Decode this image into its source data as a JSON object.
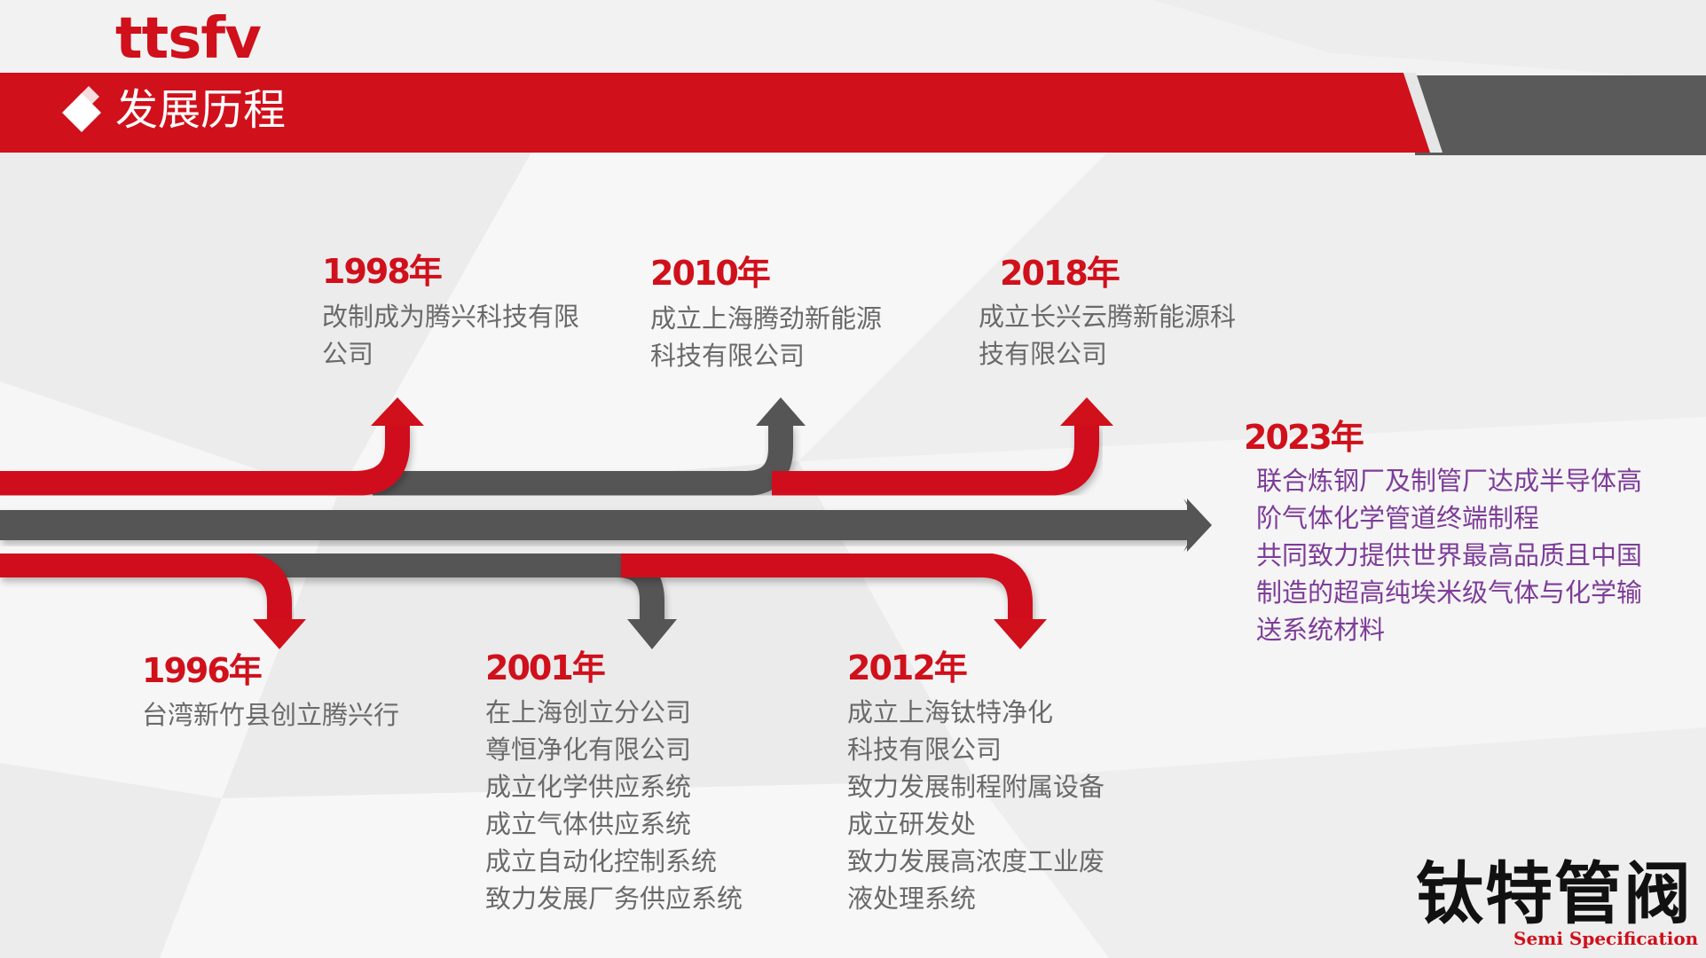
{
  "header": {
    "logo": "ttsfv",
    "title": "发展历程"
  },
  "colors": {
    "accent": "#d0101b",
    "dark": "#555555",
    "text": "#6a6a6a",
    "highlight": "#7d3c98"
  },
  "milestones": [
    {
      "year": "1998年",
      "lines": [
        "改制成为腾兴科技有限",
        "公司"
      ]
    },
    {
      "year": "2010年",
      "lines": [
        "成立上海腾劲新能源",
        "科技有限公司"
      ]
    },
    {
      "year": "2018年",
      "lines": [
        "成立长兴云腾新能源科",
        "技有限公司"
      ]
    },
    {
      "year": "2023年",
      "lines": [
        "联合炼钢厂及制管厂达成半导体高",
        "阶气体化学管道终端制程",
        "共同致力提供世界最高品质且中国",
        "制造的超高纯埃米级气体与化学输",
        "送系统材料"
      ]
    },
    {
      "year": "1996年",
      "lines": [
        "台湾新竹县创立腾兴行"
      ]
    },
    {
      "year": "2001年",
      "lines": [
        "在上海创立分公司",
        "尊恒净化有限公司",
        "成立化学供应系统",
        "成立气体供应系统",
        "成立自动化控制系统",
        "致力发展厂务供应系统"
      ]
    },
    {
      "year": "2012年",
      "lines": [
        "成立上海钛特净化",
        "科技有限公司",
        "致力发展制程附属设备",
        "成立研发处",
        "致力发展高浓度工业废",
        "液处理系统"
      ]
    }
  ],
  "brand": {
    "name": "钛特管阀",
    "subtitle": "Semi Specification"
  }
}
